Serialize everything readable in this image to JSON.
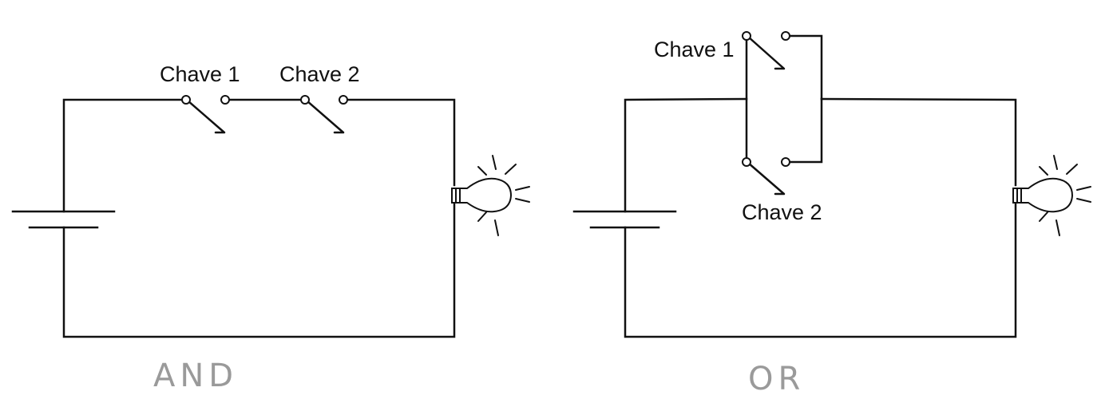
{
  "and_circuit": {
    "switch1_label": "Chave 1",
    "switch2_label": "Chave 2",
    "caption": "AND"
  },
  "or_circuit": {
    "switch1_label": "Chave 1",
    "switch2_label": "Chave 2",
    "caption": "OR"
  },
  "colors": {
    "line": "#111111",
    "caption": "#9a9a9a"
  }
}
